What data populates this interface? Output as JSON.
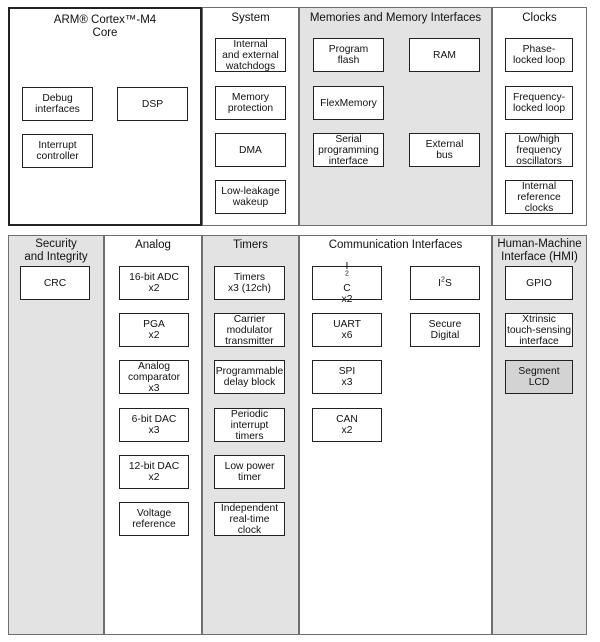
{
  "top": {
    "core": {
      "header": [
        "ARM® Cortex™-M4",
        "Core"
      ],
      "blocks": {
        "debug": [
          "Debug",
          "interfaces"
        ],
        "dsp": [
          "DSP"
        ],
        "interrupt": [
          "Interrupt",
          "controller"
        ]
      }
    },
    "system": {
      "header": "System",
      "blocks": {
        "watchdogs": [
          "Internal",
          "and external",
          "watchdogs"
        ],
        "memory_protection": [
          "Memory",
          "protection"
        ],
        "dma": [
          "DMA"
        ],
        "wakeup": [
          "Low-leakage",
          "wakeup"
        ]
      }
    },
    "memories": {
      "header": "Memories and Memory Interfaces",
      "blocks": {
        "program_flash": [
          "Program",
          "flash"
        ],
        "ram": [
          "RAM"
        ],
        "flexmemory": [
          "FlexMemory"
        ],
        "serial_programming": [
          "Serial",
          "programming",
          "interface"
        ],
        "external_bus": [
          "External",
          "bus"
        ]
      }
    },
    "clocks": {
      "header": "Clocks",
      "blocks": {
        "pll": [
          "Phase-",
          "locked loop"
        ],
        "fll": [
          "Frequency-",
          "locked loop"
        ],
        "oscillators": [
          "Low/high",
          "frequency",
          "oscillators"
        ],
        "ref_clocks": [
          "Internal",
          "reference",
          "clocks"
        ]
      }
    }
  },
  "bottom": {
    "security": {
      "header": [
        "Security",
        "and Integrity"
      ],
      "blocks": {
        "crc": [
          "CRC"
        ]
      }
    },
    "analog": {
      "header": "Analog",
      "blocks": {
        "adc16": [
          "16-bit ADC",
          "x2"
        ],
        "pga": [
          "PGA",
          "x2"
        ],
        "comparator": [
          "Analog",
          "comparator",
          "x3"
        ],
        "dac6": [
          "6-bit DAC",
          "x3"
        ],
        "dac12": [
          "12-bit DAC",
          "x2"
        ],
        "vref": [
          "Voltage",
          "reference"
        ]
      }
    },
    "timers": {
      "header": "Timers",
      "blocks": {
        "timers": [
          "Timers",
          "x3 (12ch)"
        ],
        "carrier": [
          "Carrier",
          "modulator",
          "transmitter"
        ],
        "delay_block": [
          "Programmable",
          "delay block"
        ],
        "pit": [
          "Periodic",
          "interrupt",
          "timers"
        ],
        "lptimer": [
          "Low power",
          "timer"
        ],
        "rtc": [
          "Independent",
          "real-time",
          "clock"
        ]
      }
    },
    "comm": {
      "header": "Communication Interfaces",
      "blocks": {
        "i2c": {
          "base": "I",
          "sup": "2",
          "rest": "C",
          "count": "x2"
        },
        "i2s": {
          "base": "I",
          "sup": "2",
          "rest": "S"
        },
        "uart": [
          "UART",
          "x6"
        ],
        "sdhc": [
          "Secure",
          "Digital"
        ],
        "spi": [
          "SPI",
          "x3"
        ],
        "can": [
          "CAN",
          "x2"
        ]
      }
    },
    "hmi": {
      "header": [
        "Human-Machine",
        "Interface (HMI)"
      ],
      "blocks": {
        "gpio": [
          "GPIO"
        ],
        "tsi": [
          "Xtrinsic",
          "touch-sensing",
          "interface"
        ],
        "lcd": [
          "Segment",
          "LCD"
        ]
      }
    }
  },
  "colors": {
    "column_gray": "#e3e3e4",
    "box_shaded": "#d3d3d3",
    "border": "#222222"
  }
}
